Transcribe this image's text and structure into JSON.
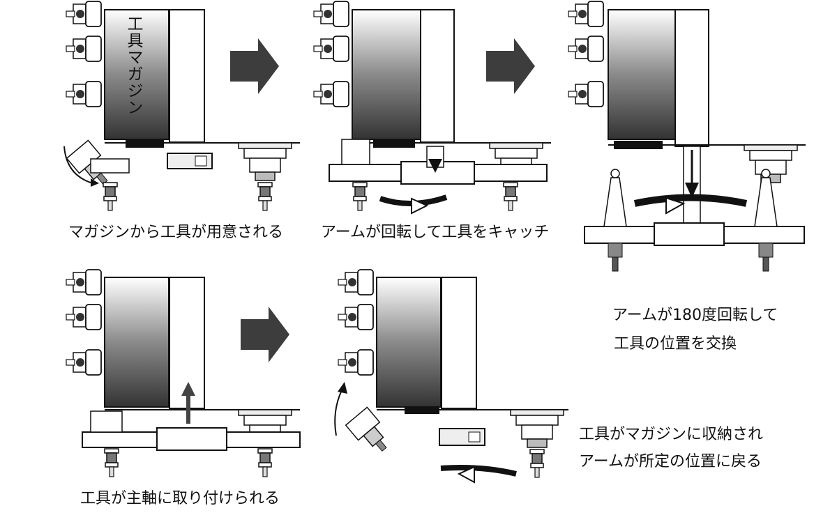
{
  "figure": {
    "magazine_label": "工具マガジン",
    "steps": [
      {
        "caption": "マガジンから工具が用意される"
      },
      {
        "caption": "アームが回転して工具をキャッチ"
      },
      {
        "caption_lines": [
          "アームが180度回転して",
          "工具の位置を交換"
        ]
      },
      {
        "caption": "工具が主軸に取り付けられる"
      },
      {
        "caption_lines": [
          "工具がマガジンに収納され",
          "アームが所定の位置に戻る"
        ]
      }
    ]
  },
  "colors": {
    "ink": "#111111",
    "gradient_dark": "#3a3a3a",
    "gradient_light": "#ffffff",
    "arrow": "#3d3d3d"
  }
}
